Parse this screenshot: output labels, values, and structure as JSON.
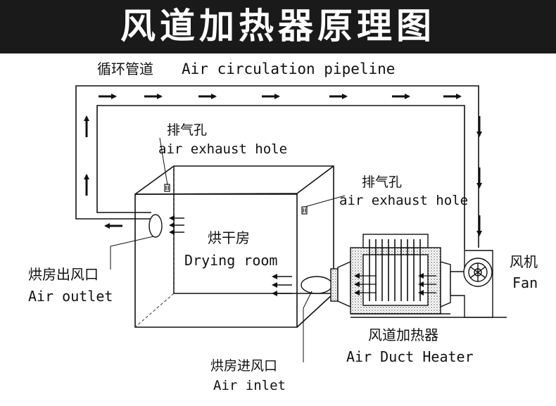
{
  "title": "风道加热器原理图",
  "labels": {
    "pipeline_zh": "循环管道",
    "pipeline_en": "Air circulation pipeline",
    "exhaust1_zh": "排气孔",
    "exhaust1_en": "air exhaust hole",
    "exhaust2_zh": "排气孔",
    "exhaust2_en": "air exhaust hole",
    "room_zh": "烘干房",
    "room_en": "Drying room",
    "outlet_zh": "烘房出风口",
    "outlet_en": "Air outlet",
    "inlet_zh": "烘房进风口",
    "inlet_en": "Air inlet",
    "heater_zh": "风道加热器",
    "heater_en": "Air Duct Heater",
    "fan_zh": "风机",
    "fan_en": "Fan"
  },
  "colors": {
    "banner": "#1a1a1a",
    "line": "#111111"
  }
}
